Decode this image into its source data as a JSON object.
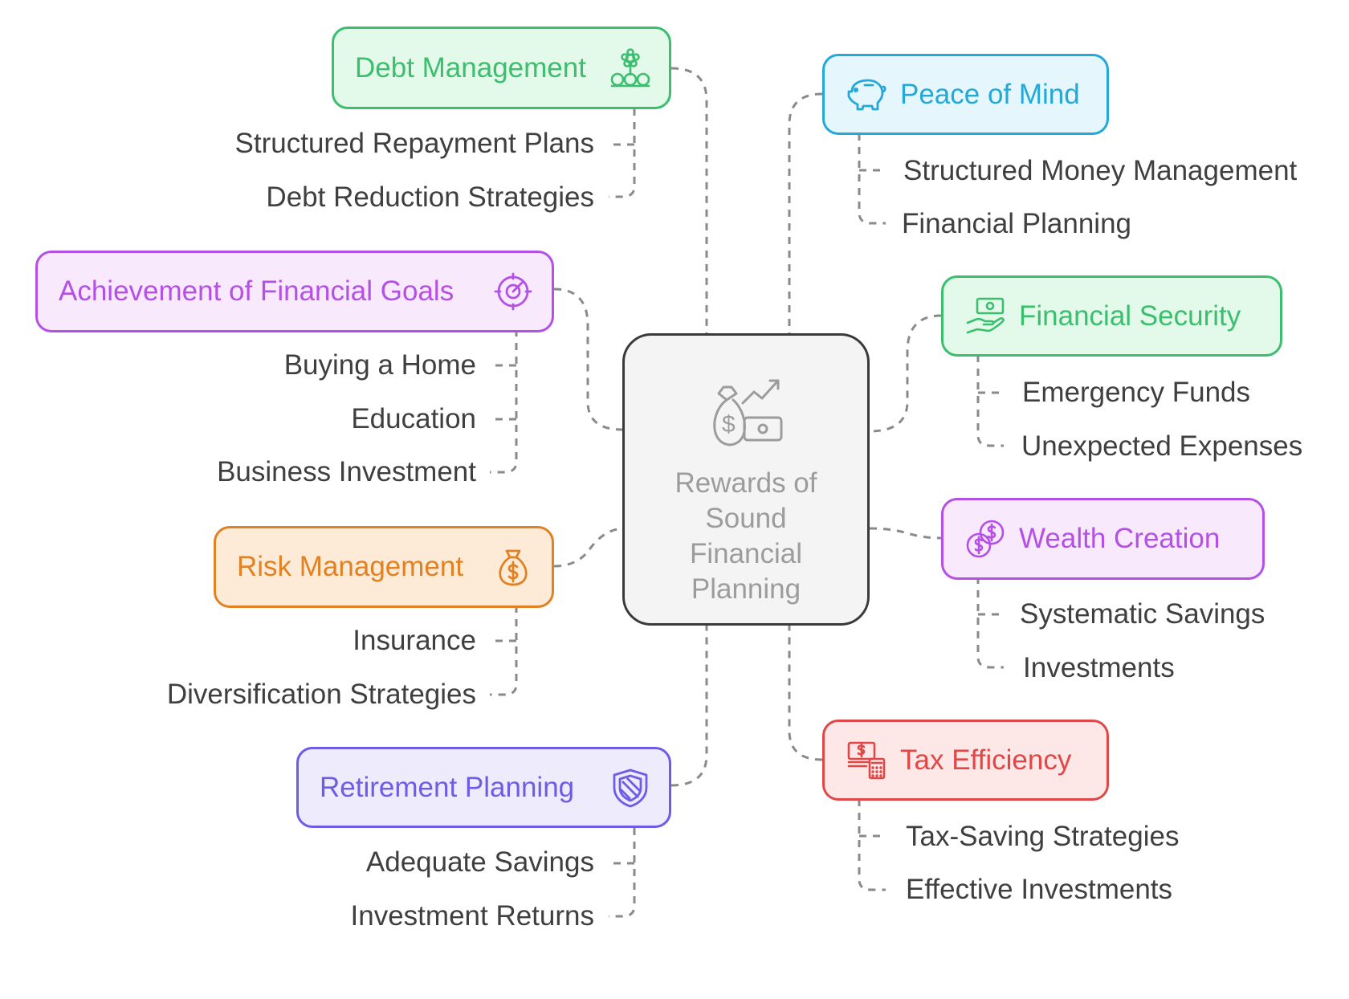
{
  "center": {
    "title": "Rewards of Sound Financial Planning",
    "icon": "money-bag-growth-icon",
    "border_color": "#3a3a3a",
    "fill": "#f4f4f4"
  },
  "branches": [
    {
      "id": "debt-management",
      "label": "Debt Management",
      "icon": "flower-coins-icon",
      "color": "#3bbf6f",
      "fill": "#e3f9ea",
      "items": [
        "Structured Repayment Plans",
        "Debt Reduction Strategies"
      ]
    },
    {
      "id": "achievement-of-financial-goals",
      "label": "Achievement of Financial Goals",
      "icon": "target-icon",
      "color": "#b450e6",
      "fill": "#f8e9fc",
      "items": [
        "Buying a Home",
        "Education",
        "Business Investment"
      ]
    },
    {
      "id": "risk-management",
      "label": "Risk Management",
      "icon": "money-bag-icon",
      "color": "#e08224",
      "fill": "#fdebd8",
      "items": [
        "Insurance",
        "Diversification Strategies"
      ]
    },
    {
      "id": "retirement-planning",
      "label": "Retirement Planning",
      "icon": "shield-icon",
      "color": "#6d5ce6",
      "fill": "#eeebfc",
      "items": [
        "Adequate Savings",
        "Investment Returns"
      ]
    },
    {
      "id": "peace-of-mind",
      "label": "Peace of Mind",
      "icon": "piggy-bank-icon",
      "color": "#23a8d8",
      "fill": "#e5f6fc",
      "items": [
        "Structured Money Management",
        "Financial Planning"
      ]
    },
    {
      "id": "financial-security",
      "label": "Financial Security",
      "icon": "hand-cash-icon",
      "color": "#3bbf6f",
      "fill": "#e3f9ea",
      "items": [
        "Emergency Funds",
        "Unexpected Expenses"
      ]
    },
    {
      "id": "wealth-creation",
      "label": "Wealth Creation",
      "icon": "coins-icon",
      "color": "#b450e6",
      "fill": "#f8e9fc",
      "items": [
        "Systematic Savings",
        "Investments"
      ]
    },
    {
      "id": "tax-efficiency",
      "label": "Tax Efficiency",
      "icon": "cash-calculator-icon",
      "color": "#e04848",
      "fill": "#fde7e7",
      "items": [
        "Tax-Saving Strategies",
        "Effective Investments"
      ]
    }
  ]
}
